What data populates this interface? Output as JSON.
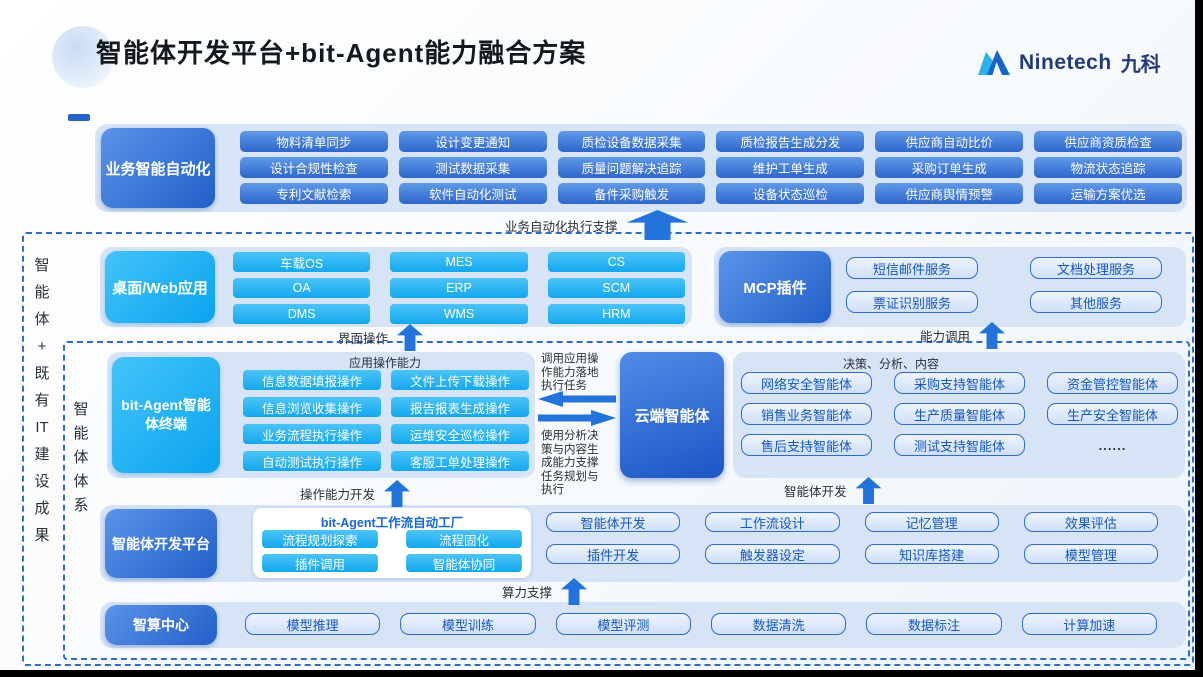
{
  "title": "智能体开发平台+bit-Agent能力融合方案",
  "logo": {
    "brand": "Ninetech",
    "brand_cn": "九科"
  },
  "colors": {
    "accent_blue": "#2160c8",
    "cyan": "#13a8ef",
    "panel_blue": "#d7e4f6",
    "navy_text": "#223a78",
    "dark_text": "#15181f"
  },
  "frames": {
    "outer_label_chars": [
      "智",
      "能",
      "体",
      "+",
      "既",
      "有",
      "IT",
      "建",
      "设",
      "成",
      "果"
    ],
    "inner_label_chars": [
      "智",
      "能",
      "体",
      "体",
      "系"
    ]
  },
  "flows": {
    "business_support": "业务自动化执行支撑",
    "ui_operation": "界面操作",
    "capability_call": "能力调用",
    "operation_dev": "操作能力开发",
    "agent_dev": "智能体开发",
    "computing_support": "算力支撑"
  },
  "business_automation": {
    "label": "业务智能自动化",
    "items": [
      "物料清单同步",
      "设计变更通知",
      "质检设备数据采集",
      "质检报告生成分发",
      "供应商自动比价",
      "供应商资质检查",
      "设计合规性检查",
      "测试数据采集",
      "质量问题解决追踪",
      "维护工单生成",
      "采购订单生成",
      "物流状态追踪",
      "专利文献检索",
      "软件自动化测试",
      "备件采购触发",
      "设备状态巡检",
      "供应商舆情预警",
      "运输方案优选"
    ]
  },
  "desktop_web": {
    "label": "桌面/Web应用",
    "items": [
      "车载OS",
      "MES",
      "CS",
      "OA",
      "ERP",
      "SCM",
      "DMS",
      "WMS",
      "HRM"
    ]
  },
  "mcp": {
    "label": "MCP插件",
    "items": [
      "短信邮件服务",
      "文档处理服务",
      "票证识别服务",
      "其他服务"
    ]
  },
  "terminal": {
    "label": "bit-Agent智能体终端",
    "header": "应用操作能力",
    "items": [
      "信息数据填报操作",
      "文件上传下载操作",
      "信息浏览收集操作",
      "报告报表生成操作",
      "业务流程执行操作",
      "运维安全巡检操作",
      "自动测试执行操作",
      "客服工单处理操作"
    ]
  },
  "middle_link": {
    "top_text": "调用应用操作能力落地执行任务",
    "bottom_text": "使用分析决策与内容生成能力支撑任务规划与执行"
  },
  "cloud": {
    "label": "云端智能体",
    "header": "决策、分析、内容",
    "items": [
      "网络安全智能体",
      "采购支持智能体",
      "资金管控智能体",
      "销售业务智能体",
      "生产质量智能体",
      "生产安全智能体",
      "售后支持智能体",
      "测试支持智能体",
      "......"
    ]
  },
  "platform": {
    "label": "智能体开发平台",
    "factory": {
      "title": "bit-Agent工作流自动工厂",
      "items": [
        "流程规划探索",
        "流程固化",
        "插件调用",
        "智能体协同"
      ]
    },
    "items": [
      "智能体开发",
      "工作流设计",
      "记忆管理",
      "效果评估",
      "插件开发",
      "触发器设定",
      "知识库搭建",
      "模型管理"
    ]
  },
  "compute_center": {
    "label": "智算中心",
    "items": [
      "模型推理",
      "模型训练",
      "模型评测",
      "数据清洗",
      "数据标注",
      "计算加速"
    ]
  }
}
